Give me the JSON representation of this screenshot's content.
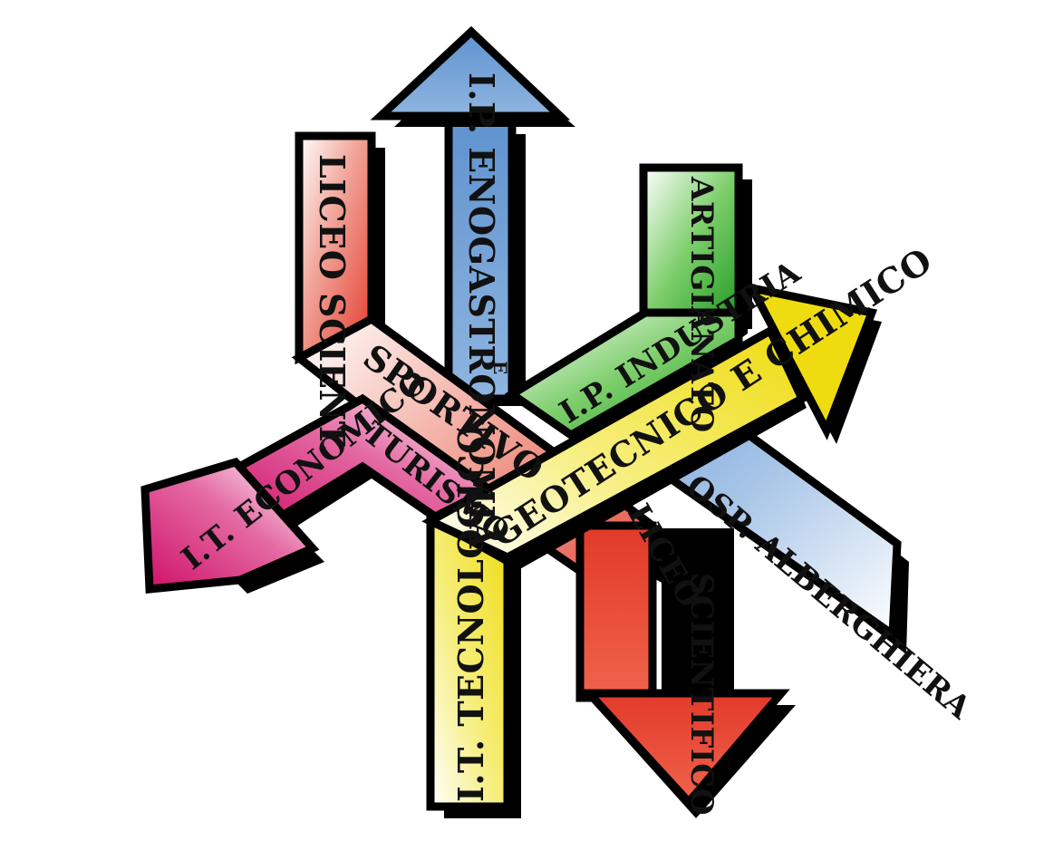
{
  "logo": {
    "colors": {
      "blue": "#6f9fd4",
      "red": "#e5422f",
      "green": "#2fa52e",
      "yellow": "#f0de14",
      "magenta": "#d31870",
      "outline": "#000000",
      "background": "#ffffff"
    },
    "labels": {
      "enogastronomia": "I.P. ENOGASTRONOMIA",
      "e_conj": "E",
      "ospitalita": "OSP. ALBERGHIERA",
      "liceo_scient": "LICEO SCIENT.",
      "sportivo": "SPORTIVO",
      "liceo": "LICEO",
      "scientifico": "SCIENTIFICO",
      "artigianato": "ARTIGIANATO",
      "ip_industria": "I.P. INDUSTRIA",
      "geotecnico": "GEOTECNICO E CHIMICO",
      "it_tecnologico": "I.T. TECNOLOGICO",
      "it_economico": "I.T. ECONOMICO",
      "turismo": "TURISMO"
    }
  }
}
